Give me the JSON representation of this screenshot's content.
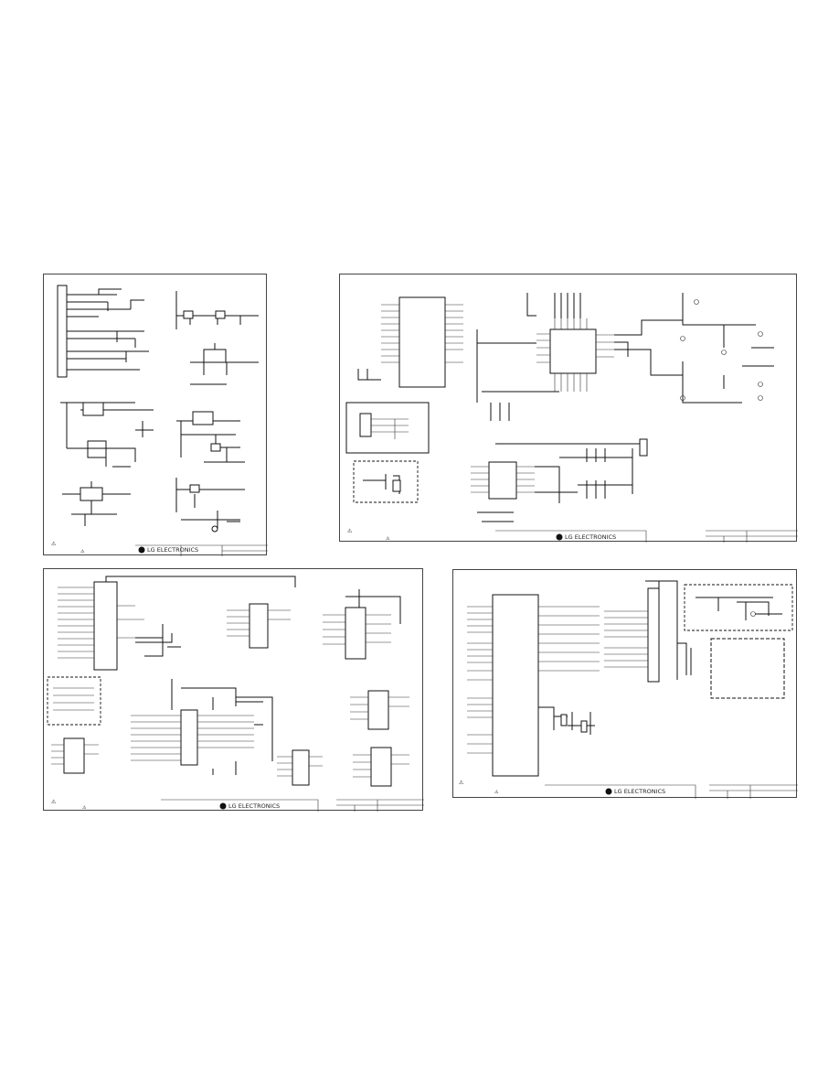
{
  "document": {
    "type": "schematic-sheet-collection",
    "page_count": 4
  },
  "sheets": [
    {
      "id": "power",
      "brand": "LG ELECTRONICS",
      "warning_marker": "⚠"
    },
    {
      "id": "video",
      "brand": "LG ELECTRONICS",
      "warning_marker": "⚠"
    },
    {
      "id": "cpu",
      "brand": "LG ELECTRONICS",
      "warning_marker": "⚠"
    },
    {
      "id": "connector",
      "brand": "LG ELECTRONICS",
      "warning_marker": "⚠"
    }
  ],
  "colors": {
    "line": "#111111",
    "page": "#ffffff",
    "border": "#444444"
  },
  "icons": [
    "lg-logo-icon",
    "warning-triangle-icon"
  ]
}
